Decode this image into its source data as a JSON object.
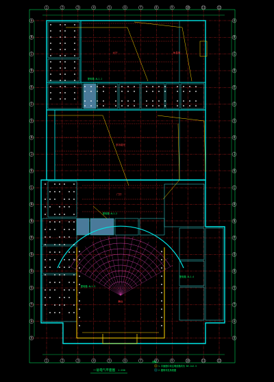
{
  "drawing": {
    "title": "一层电气平面图",
    "scale": "1:150",
    "colors": {
      "background": "#000000",
      "wall": "#00e5e5",
      "wall_thin": "#2fbfbf",
      "grid_line": "#ff2a2a",
      "conduit": "#ffd400",
      "fixture": "#ffffff",
      "dimension": "#00ff66",
      "stage_fan": "#ff4fd0"
    },
    "grid_columns_top": [
      "1",
      "2",
      "3",
      "4",
      "5",
      "6",
      "7",
      "8",
      "9",
      "10",
      "11",
      "12"
    ],
    "grid_columns_bottom": [
      "1",
      "2",
      "3",
      "4",
      "5",
      "6",
      "7",
      "8",
      "9",
      "10",
      "11",
      "12"
    ],
    "grid_rows_left": [
      "A",
      "B",
      "C",
      "D",
      "E",
      "F",
      "G",
      "H",
      "J",
      "K",
      "L",
      "M",
      "N",
      "P",
      "Q",
      "R",
      "S",
      "T",
      "U",
      "V"
    ],
    "grid_rows_right": [
      "A",
      "B",
      "C",
      "D",
      "E",
      "F",
      "G",
      "H",
      "J",
      "K",
      "L",
      "M",
      "N",
      "P",
      "Q",
      "R",
      "S",
      "T",
      "U",
      "V"
    ],
    "rooms": {
      "hall_upper": "大厅",
      "room_upper_right": "休息室",
      "hall_middle": "多功能厅",
      "lobby": "门厅",
      "stage": "舞台"
    },
    "callouts": {
      "panel_a": "配电箱 AL1-1",
      "panel_b": "配电箱 AL1-2",
      "panel_c": "配电箱 AL1-3",
      "panel_d": "配电箱 AL1-4"
    },
    "legend": {
      "heading": "说明",
      "line1": "1.平面图中未注明线路均为 BV-2x2.5",
      "line2": "2.图例详见系统图"
    }
  }
}
